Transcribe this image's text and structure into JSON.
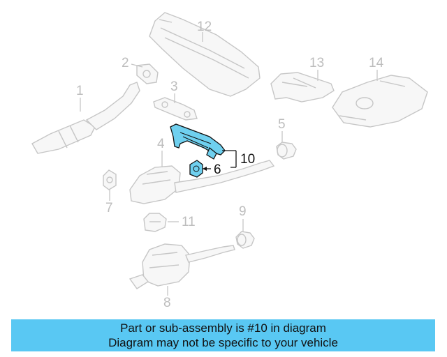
{
  "diagram": {
    "callouts": [
      "12",
      "2",
      "13",
      "14",
      "1",
      "3",
      "5",
      "4",
      "10",
      "6",
      "7",
      "11",
      "9",
      "8"
    ],
    "selected_part": "10",
    "colors": {
      "highlight": "#6fd0ef",
      "muted": "#c6c6c6",
      "banner": "#59c8f3"
    }
  },
  "footer": {
    "line1": "Part or sub-assembly is #10 in diagram",
    "line2": "Diagram may not be specific to your vehicle"
  }
}
